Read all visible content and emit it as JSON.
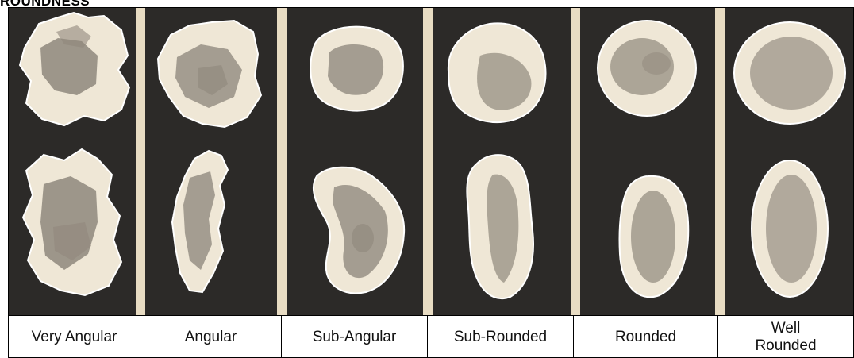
{
  "title": "ROUNDNESS",
  "categories": [
    {
      "label": "Very Angular"
    },
    {
      "label": "Angular"
    },
    {
      "label": "Sub-Angular"
    },
    {
      "label": "Sub-Rounded"
    },
    {
      "label": "Rounded"
    },
    {
      "label": "Well Rounded"
    }
  ],
  "colors": {
    "panel": "#2c2a28",
    "grain": "#efe7d6",
    "shade": "#5a544c",
    "separator": "#e8dcc3"
  }
}
